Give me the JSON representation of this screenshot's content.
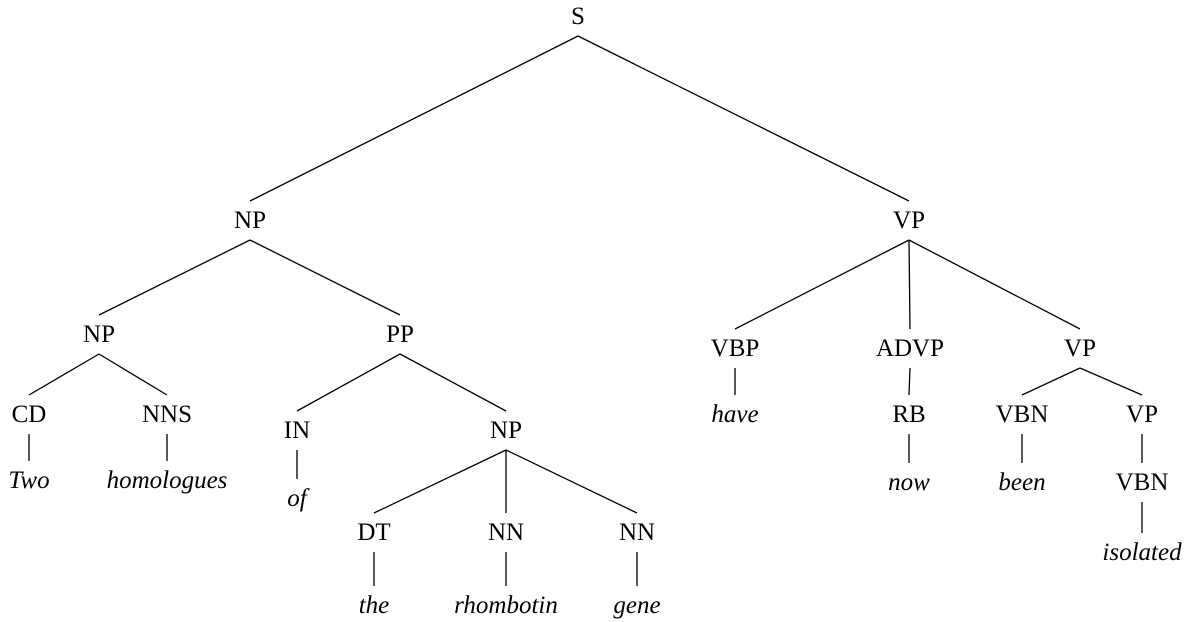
{
  "tree": {
    "nodes": [
      {
        "id": "s",
        "label": "S",
        "kind": "phrase"
      },
      {
        "id": "np1",
        "label": "NP",
        "kind": "phrase"
      },
      {
        "id": "vp1",
        "label": "VP",
        "kind": "phrase"
      },
      {
        "id": "np2",
        "label": "NP",
        "kind": "phrase"
      },
      {
        "id": "pp",
        "label": "PP",
        "kind": "phrase"
      },
      {
        "id": "cd",
        "label": "CD",
        "kind": "tag"
      },
      {
        "id": "nns",
        "label": "NNS",
        "kind": "tag"
      },
      {
        "id": "w-two",
        "label": "Two",
        "kind": "word"
      },
      {
        "id": "w-homologues",
        "label": "homologues",
        "kind": "word"
      },
      {
        "id": "in",
        "label": "IN",
        "kind": "tag"
      },
      {
        "id": "w-of",
        "label": "of",
        "kind": "word"
      },
      {
        "id": "np3",
        "label": "NP",
        "kind": "phrase"
      },
      {
        "id": "dt",
        "label": "DT",
        "kind": "tag"
      },
      {
        "id": "nn1",
        "label": "NN",
        "kind": "tag"
      },
      {
        "id": "nn2",
        "label": "NN",
        "kind": "tag"
      },
      {
        "id": "w-the",
        "label": "the",
        "kind": "word"
      },
      {
        "id": "w-rhombotin",
        "label": "rhombotin",
        "kind": "word"
      },
      {
        "id": "w-gene",
        "label": "gene",
        "kind": "word"
      },
      {
        "id": "vbp",
        "label": "VBP",
        "kind": "tag"
      },
      {
        "id": "w-have",
        "label": "have",
        "kind": "word"
      },
      {
        "id": "advp",
        "label": "ADVP",
        "kind": "phrase"
      },
      {
        "id": "rb",
        "label": "RB",
        "kind": "tag"
      },
      {
        "id": "w-now",
        "label": "now",
        "kind": "word"
      },
      {
        "id": "vp2",
        "label": "VP",
        "kind": "phrase"
      },
      {
        "id": "vbn1",
        "label": "VBN",
        "kind": "tag"
      },
      {
        "id": "w-been",
        "label": "been",
        "kind": "word"
      },
      {
        "id": "vp3",
        "label": "VP",
        "kind": "phrase"
      },
      {
        "id": "vbn2",
        "label": "VBN",
        "kind": "tag"
      },
      {
        "id": "w-isolated",
        "label": "isolated",
        "kind": "word"
      }
    ],
    "edges": [
      [
        "s",
        "np1"
      ],
      [
        "s",
        "vp1"
      ],
      [
        "np1",
        "np2"
      ],
      [
        "np1",
        "pp"
      ],
      [
        "np2",
        "cd"
      ],
      [
        "np2",
        "nns"
      ],
      [
        "cd",
        "w-two"
      ],
      [
        "nns",
        "w-homologues"
      ],
      [
        "pp",
        "in"
      ],
      [
        "pp",
        "np3"
      ],
      [
        "in",
        "w-of"
      ],
      [
        "np3",
        "dt"
      ],
      [
        "np3",
        "nn1"
      ],
      [
        "np3",
        "nn2"
      ],
      [
        "dt",
        "w-the"
      ],
      [
        "nn1",
        "w-rhombotin"
      ],
      [
        "nn2",
        "w-gene"
      ],
      [
        "vp1",
        "vbp"
      ],
      [
        "vp1",
        "advp"
      ],
      [
        "vp1",
        "vp2"
      ],
      [
        "vbp",
        "w-have"
      ],
      [
        "advp",
        "rb"
      ],
      [
        "rb",
        "w-now"
      ],
      [
        "vp2",
        "vbn1"
      ],
      [
        "vp2",
        "vp3"
      ],
      [
        "vbn1",
        "w-been"
      ],
      [
        "vp3",
        "vbn2"
      ],
      [
        "vbn2",
        "w-isolated"
      ]
    ]
  }
}
